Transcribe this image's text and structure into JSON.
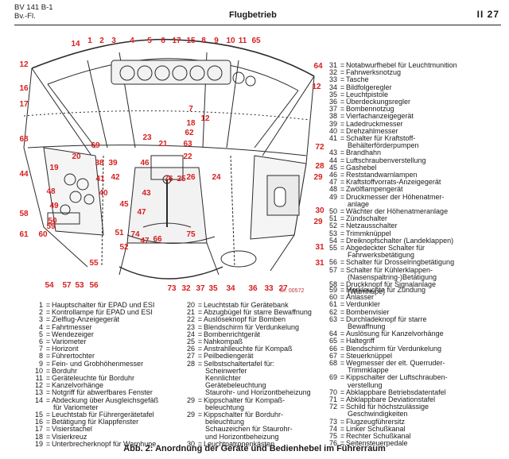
{
  "header": {
    "code_line1": "BV 141 B-1",
    "code_line2": "Bv.-Fl.",
    "section_title": "Flugbetrieb",
    "page_number": "II 27"
  },
  "drawing": {
    "callout_color": "#d81f1f",
    "reference": "Dr. 00572",
    "callouts": [
      {
        "n": "14"
      },
      {
        "n": "1"
      },
      {
        "n": "2"
      },
      {
        "n": "3"
      },
      {
        "n": "4"
      },
      {
        "n": "5"
      },
      {
        "n": "6"
      },
      {
        "n": "17"
      },
      {
        "n": "15"
      },
      {
        "n": "8"
      },
      {
        "n": "9"
      },
      {
        "n": "10"
      },
      {
        "n": "11"
      },
      {
        "n": "65"
      },
      {
        "n": "12"
      },
      {
        "n": "64"
      },
      {
        "n": "12"
      },
      {
        "n": "16"
      },
      {
        "n": "17"
      },
      {
        "n": "7"
      },
      {
        "n": "18"
      },
      {
        "n": "12"
      },
      {
        "n": "62"
      },
      {
        "n": "23"
      },
      {
        "n": "21"
      },
      {
        "n": "63"
      },
      {
        "n": "68"
      },
      {
        "n": "69"
      },
      {
        "n": "19"
      },
      {
        "n": "20"
      },
      {
        "n": "22"
      },
      {
        "n": "72"
      },
      {
        "n": "38"
      },
      {
        "n": "39"
      },
      {
        "n": "46"
      },
      {
        "n": "44"
      },
      {
        "n": "41"
      },
      {
        "n": "42"
      },
      {
        "n": "40"
      },
      {
        "n": "76"
      },
      {
        "n": "43"
      },
      {
        "n": "25"
      },
      {
        "n": "26"
      },
      {
        "n": "24"
      },
      {
        "n": "28"
      },
      {
        "n": "29"
      },
      {
        "n": "47"
      },
      {
        "n": "45"
      },
      {
        "n": "48"
      },
      {
        "n": "49"
      },
      {
        "n": "50"
      },
      {
        "n": "58"
      },
      {
        "n": "59"
      },
      {
        "n": "60"
      },
      {
        "n": "61"
      },
      {
        "n": "51"
      },
      {
        "n": "74"
      },
      {
        "n": "47"
      },
      {
        "n": "66"
      },
      {
        "n": "75"
      },
      {
        "n": "52"
      },
      {
        "n": "30"
      },
      {
        "n": "29"
      },
      {
        "n": "31"
      },
      {
        "n": "31"
      },
      {
        "n": "55"
      },
      {
        "n": "53"
      },
      {
        "n": "54"
      },
      {
        "n": "57"
      },
      {
        "n": "56"
      },
      {
        "n": "73"
      },
      {
        "n": "32"
      },
      {
        "n": "37"
      },
      {
        "n": "35"
      },
      {
        "n": "34"
      },
      {
        "n": "36"
      },
      {
        "n": "33"
      },
      {
        "n": "27"
      }
    ]
  },
  "legend_right": [
    {
      "n": "31",
      "t": "Notabwurfhebel für Leuchtmunition"
    },
    {
      "n": "32",
      "t": "Fahrwerksnotzug"
    },
    {
      "n": "33",
      "t": "Tasche"
    },
    {
      "n": "34",
      "t": "Bildfolgeregler"
    },
    {
      "n": "35",
      "t": "Leuchtpistole"
    },
    {
      "n": "36",
      "t": "Überdeckungsregler"
    },
    {
      "n": "37",
      "t": "Bombennotzug"
    },
    {
      "n": "38",
      "t": "Vierfachanzeigegerät"
    },
    {
      "n": "39",
      "t": "Ladedruckmesser"
    },
    {
      "n": "40",
      "t": "Drehzahlmesser"
    },
    {
      "n": "41",
      "t": "Schalter für Kraftstoff-",
      "c": [
        "Behälterförderpumpen"
      ]
    },
    {
      "n": "43",
      "t": "Brandhahn"
    },
    {
      "n": "44",
      "t": "Luftschraubenverstellung"
    },
    {
      "n": "45",
      "t": "Gashebel"
    },
    {
      "n": "46",
      "t": "Reststandwarnlampen"
    },
    {
      "n": "47",
      "t": "Kraftstoffvorrats-Anzeigegerät"
    },
    {
      "n": "48",
      "t": "Zwölflampengerät"
    },
    {
      "n": "49",
      "t": "Druckmesser der Höhenatmer-",
      "c": [
        "anlage"
      ]
    },
    {
      "n": "50",
      "t": "Wächter der Höhenatmeranlage"
    },
    {
      "n": "51",
      "t": "Zündschalter"
    },
    {
      "n": "52",
      "t": "Netzausschalter"
    },
    {
      "n": "53",
      "t": "Trimmknüppel"
    },
    {
      "n": "54",
      "t": "Dreiknopfschalter (Landeklappen)"
    },
    {
      "n": "55",
      "t": "Abgedeckter Schalter für",
      "c": [
        "Fahrwerksbetätigung"
      ]
    },
    {
      "n": "56",
      "t": "Schalter für Drosselringbetätigung"
    },
    {
      "n": "57",
      "t": "Schalter für Kühlerklappen-",
      "c": [
        "(Nasenspaltring-)Betätigung"
      ]
    },
    {
      "n": "58",
      "t": "Druckknopf für Signalanlage",
      "c": [
        "(Warnhupe)"
      ]
    }
  ],
  "legend_bottom_left": [
    {
      "n": "1",
      "t": "Hauptschalter für EPAD und ESI"
    },
    {
      "n": "2",
      "t": "Kontrollampe für EPAD und ESI"
    },
    {
      "n": "3",
      "t": "Zielflug-Anzeigegerät"
    },
    {
      "n": "4",
      "t": "Fahrtmesser"
    },
    {
      "n": "5",
      "t": "Wendezeiger"
    },
    {
      "n": "6",
      "t": "Variometer"
    },
    {
      "n": "7",
      "t": "Horizont"
    },
    {
      "n": "8",
      "t": "Führertochter"
    },
    {
      "n": "9",
      "t": "Fein- und Grobhöhenmesser"
    },
    {
      "n": "10",
      "t": "Borduhr"
    },
    {
      "n": "11",
      "t": "Geräteleuchte für Borduhr"
    },
    {
      "n": "12",
      "t": "Kanzelvorhänge"
    },
    {
      "n": "13",
      "t": "Notgriff für abwerfbares Fenster"
    },
    {
      "n": "14",
      "t": "Abdeckung über Ausgleichsgefäß",
      "c": [
        "für Variometer"
      ]
    },
    {
      "n": "15",
      "t": "Leuchtstab für Führergerätetafel"
    },
    {
      "n": "16",
      "t": "Betätigung für Klappfenster"
    },
    {
      "n": "17",
      "t": "Visierstachel"
    },
    {
      "n": "18",
      "t": "Visierkreuz"
    },
    {
      "n": "19",
      "t": "Unterbrecherknopf für Warnhupe"
    }
  ],
  "legend_bottom_middle": [
    {
      "n": "20",
      "t": "Leuchtstab für Gerätebank"
    },
    {
      "n": "21",
      "t": "Abzugbügel für starre Bewaffnung"
    },
    {
      "n": "22",
      "t": "Auslöseknopf für Bomben"
    },
    {
      "n": "23",
      "t": "Blendschirm für Verdunkelung"
    },
    {
      "n": "24",
      "t": "Bombenrichtgerät"
    },
    {
      "n": "25",
      "t": "Nahkompaß"
    },
    {
      "n": "26",
      "t": "Anstrahlleuchte für Kompaß"
    },
    {
      "n": "27",
      "t": "Peilbediengerät"
    },
    {
      "n": "28",
      "t": "Selbstschaltertafel für:",
      "c": [
        "Scheinwerfer",
        "Kennlichter",
        "Gerätebeleuchtung",
        "Staurohr- und Horizontbeheizung"
      ]
    },
    {
      "n": "29",
      "t": "Kippschalter für Kompaß-",
      "c": [
        "beleuchtung"
      ]
    },
    {
      "n": "29",
      "t": "Kippschalter für Borduhr-",
      "c": [
        "beleuchtung",
        "Schauzeichen für Staurohr-",
        "und Horizontbeheizung"
      ]
    },
    {
      "n": "30",
      "t": "Leuchtpatronenkästen"
    }
  ],
  "legend_bottom_right": [
    {
      "n": "59",
      "t": "Merkleuchte für Zündung"
    },
    {
      "n": "60",
      "t": "Anlasser"
    },
    {
      "n": "61",
      "t": "Verdunkler"
    },
    {
      "n": "62",
      "t": "Bombenvisier"
    },
    {
      "n": "63",
      "t": "Durchladeknopf für starre",
      "c": [
        "Bewaffnung"
      ]
    },
    {
      "n": "64",
      "t": "Auslösung für Kanzelvorhänge"
    },
    {
      "n": "65",
      "t": "Haltegriff"
    },
    {
      "n": "66",
      "t": "Blendschirm für Verdunkelung"
    },
    {
      "n": "67",
      "t": "Steuerknüppel"
    },
    {
      "n": "68",
      "t": "Wegmesser der elt. Querruder-",
      "c": [
        "Trimmklappe"
      ]
    },
    {
      "n": "69",
      "t": "Kippschalter der Luftschrauben-",
      "c": [
        "verstellung"
      ]
    },
    {
      "n": "70",
      "t": "Abklappbare Betriebsdatentafel"
    },
    {
      "n": "71",
      "t": "Abklappbare Deviationstafel"
    },
    {
      "n": "72",
      "t": "Schild für höchstzulässige",
      "c": [
        "Geschwindigkeiten"
      ]
    },
    {
      "n": "73",
      "t": "Flugzeugführersitz"
    },
    {
      "n": "74",
      "t": "Linker Schußkanal"
    },
    {
      "n": "75",
      "t": "Rechter Schußkanal"
    },
    {
      "n": "76",
      "t": "Seitensteuerpedale"
    }
  ],
  "caption": "Abb. 2: Anordnung der Geräte und Bedienhebel im Führerraum"
}
